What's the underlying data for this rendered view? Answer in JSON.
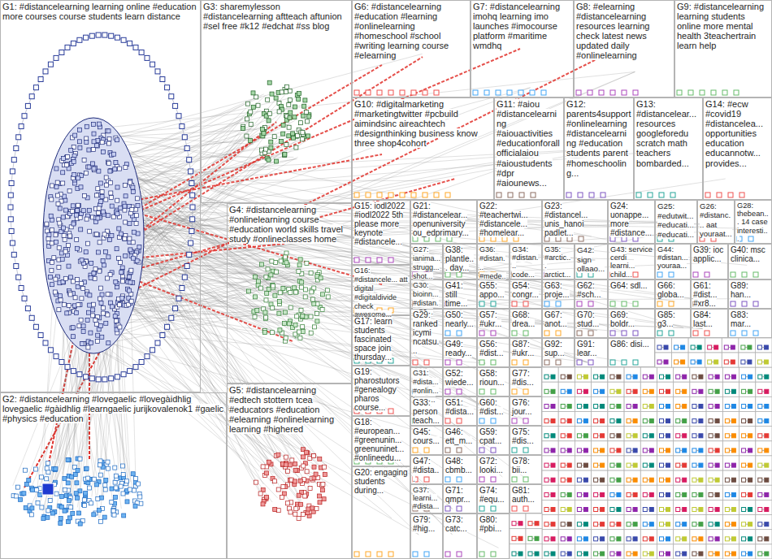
{
  "diagram": {
    "nodes": [
      {
        "text": [
          "G1: #distancelearning learning online #education more courses course students learn distance"
        ]
      },
      {
        "text": [
          "G3: sharemylesson #distancelearning aftteach aftunion #sel free #k12 #edchat #ss blog"
        ]
      },
      {
        "text": [
          "G6: #distancelearning #education #learning #onlinelearning #homeschool #school #writing learning course #elearning"
        ]
      },
      {
        "text": [
          "G7: #distancelearning imohq learning imo launches #imocourse platform #maritime wmdhq"
        ]
      },
      {
        "text": [
          "G8: #elearning #distancelearning resources learning check latest news updated daily #onlinelearning"
        ]
      },
      {
        "text": [
          "G9: #distancelearning learning students online more mental health 3teachertrain learn help"
        ]
      },
      {
        "text": [
          "G10: #digitalmarketing #marketingtwitter #pcbuild aimindsinc aireachtech #designthinking business know three shop4cohort"
        ]
      },
      {
        "text": [
          "G11: #aiou #distancelearning #aiouactivities #educationforall officialaiou #aioustudents #dpr #aiounews..."
        ]
      },
      {
        "text": [
          "G12: parents4support #onlinelearning #distancelearning #education students parent #homeschooling..."
        ]
      },
      {
        "text": [
          "G13: #distancelear... resources googleforedu scratch math teachers bombarded..."
        ]
      },
      {
        "text": [
          "G14: #ecw #covid19 #distancelea... opportunities education educannotw... provides..."
        ]
      },
      {
        "text": [
          "G4: #distancelearning #onlinelearning course #education world skills travel study #onlineclasses home"
        ]
      },
      {
        "text": [
          "G15: iodl2022 #iodl2022 5th please more keynote #distancele..."
        ]
      },
      {
        "text": [
          "G21: #distancelear... openuniversity ou_edprimary..."
        ]
      },
      {
        "text": [
          "G22: #teachertwi... #distancele... #homelear..."
        ]
      },
      {
        "text": [
          "G23: #distancel... unis_hanoi padlet..."
        ]
      },
      {
        "text": [
          "G24: uonappe... more #distance..."
        ]
      },
      {
        "text": [
          "G25: #edutwit... #educati... #educati..."
        ]
      },
      {
        "text": [
          "G26: #distanc... aat youraat..."
        ]
      },
      {
        "text": [
          "G28: thebean... 14 case interesti..."
        ]
      },
      {
        "text": [
          "G27: ianima... strugg... shot..."
        ]
      },
      {
        "text": [
          "G38: plantle... day..."
        ]
      },
      {
        "text": [
          "G36: #distan... #mede..."
        ]
      },
      {
        "text": [
          "G34: #distan... code..."
        ]
      },
      {
        "text": [
          "G35: #arctic... arctict..."
        ]
      },
      {
        "text": [
          "G42: sign ollaao..."
        ]
      },
      {
        "text": [
          "G43: service cerdi learni... child..."
        ]
      },
      {
        "text": [
          "G44: #distan... youraa..."
        ]
      },
      {
        "text": [
          "G39: ioc applic..."
        ]
      },
      {
        "text": [
          "G40: msc clinica..."
        ]
      },
      {
        "text": [
          "G16: #distancele... att digital #digitaldivide check awesome..."
        ]
      },
      {
        "text": [
          "G30: bioinn... #distan... 80..."
        ]
      },
      {
        "text": [
          "G41: still time..."
        ]
      },
      {
        "text": [
          "G55: appo..."
        ]
      },
      {
        "text": [
          "G54: congr..."
        ]
      },
      {
        "text": [
          "G63: proje..."
        ]
      },
      {
        "text": [
          "G62: #sch..."
        ]
      },
      {
        "text": [
          "G64: sdl..."
        ]
      },
      {
        "text": [
          "G66: globa..."
        ]
      },
      {
        "text": [
          "G61: #dist... #xr8..."
        ]
      },
      {
        "text": [
          "G89: han..."
        ]
      },
      {
        "text": [
          "G17: learn students fascinated space join thursday..."
        ]
      },
      {
        "text": [
          "G29: ranked icymi ncatsu..."
        ]
      },
      {
        "text": [
          "G50: nearly..."
        ]
      },
      {
        "text": [
          "G57: #ukr..."
        ]
      },
      {
        "text": [
          "G68: drea..."
        ]
      },
      {
        "text": [
          "G67: anot..."
        ]
      },
      {
        "text": [
          "G70: stud..."
        ]
      },
      {
        "text": [
          "G69: boldr..."
        ]
      },
      {
        "text": [
          "G85: g3..."
        ]
      },
      {
        "text": [
          "G84: last..."
        ]
      },
      {
        "text": [
          "G83: mar..."
        ]
      },
      {
        "text": [
          "G49: ready..."
        ]
      },
      {
        "text": [
          "G56: #dist..."
        ]
      },
      {
        "text": [
          "G87: #ukr..."
        ]
      },
      {
        "text": [
          "G92: sup..."
        ]
      },
      {
        "text": [
          "G91: lear..."
        ]
      },
      {
        "text": [
          "G86: disi..."
        ]
      },
      {
        "text": [
          "G19: pharostutors #genealogy pharos course..."
        ]
      },
      {
        "text": [
          "G31: #dista... #onlin... team..."
        ]
      },
      {
        "text": [
          "G52: wiede..."
        ]
      },
      {
        "text": [
          "G58: rioun..."
        ]
      },
      {
        "text": [
          "G77: #dis..."
        ]
      },
      {
        "text": [
          "G5: #distancelearning #edtech stottern tcea #educators #education #elearning #onlinelearning learning #highered"
        ]
      },
      {
        "text": [
          "G2: #distancelearning #lovegaelic #lovegàidhlig lovegaelic #gàidhlig #learngaelic jurijkovalenok1 #gaelic #physics #education"
        ]
      },
      {
        "text": [
          "G33: person teach..."
        ]
      },
      {
        "text": [
          "G51: #dista..."
        ]
      },
      {
        "text": [
          "G60: #dist..."
        ]
      },
      {
        "text": [
          "G76: jour..."
        ]
      },
      {
        "text": [
          "G18: #european... #greenunin... greenuninet... #onlineedu..."
        ]
      },
      {
        "text": [
          "G45: cours..."
        ]
      },
      {
        "text": [
          "G46: ett_m..."
        ]
      },
      {
        "text": [
          "G59: cpat..."
        ]
      },
      {
        "text": [
          "G75: #dis..."
        ]
      },
      {
        "text": [
          "G47: #dista..."
        ]
      },
      {
        "text": [
          "G48: cbmb..."
        ]
      },
      {
        "text": [
          "G72: looki..."
        ]
      },
      {
        "text": [
          "G78: bii..."
        ]
      },
      {
        "text": [
          "G20: engaging students during..."
        ]
      },
      {
        "text": [
          "G37: learni... #dista..."
        ]
      },
      {
        "text": [
          "G71: qmpr..."
        ]
      },
      {
        "text": [
          "G74: #equ..."
        ]
      },
      {
        "text": [
          "G81: auth..."
        ]
      },
      {
        "text": [
          "G79: #hig..."
        ]
      },
      {
        "text": [
          "G73: catc..."
        ]
      },
      {
        "text": [
          "G80: #pbi..."
        ]
      }
    ]
  }
}
